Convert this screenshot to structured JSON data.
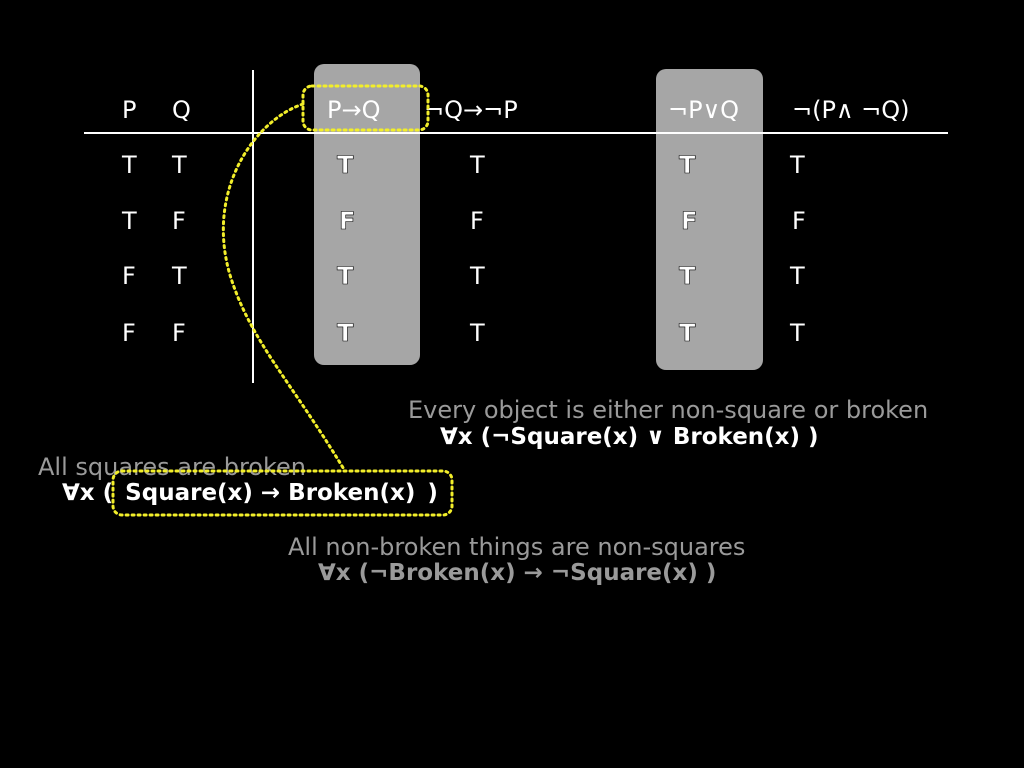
{
  "table": {
    "headers": [
      "P",
      "Q",
      "P→Q",
      "¬Q→¬P",
      "¬P∨Q",
      "¬(P∧ ¬Q)"
    ],
    "rows": [
      [
        "T",
        "T",
        "T",
        "T",
        "T",
        "T"
      ],
      [
        "T",
        "F",
        "F",
        "F",
        "F",
        "F"
      ],
      [
        "F",
        "T",
        "T",
        "T",
        "T",
        "T"
      ],
      [
        "F",
        "F",
        "T",
        "T",
        "T",
        "T"
      ]
    ]
  },
  "notes": {
    "every_object_text": "Every object is either non-square or broken",
    "every_object_formula": "∀x (¬Square(x) ∨ Broken(x) )",
    "all_squares_text": "All squares are broken",
    "all_squares_quantifier": "∀x (",
    "all_squares_body": "Square(x) → Broken(x)",
    "all_squares_close": ")",
    "non_broken_text": "All non-broken things are non-squares",
    "non_broken_formula": "∀x (¬Broken(x) → ¬Square(x) )"
  },
  "colors": {
    "background": "#000000",
    "highlight": "#a6a6a6",
    "dotted_outline": "#f2ee2a",
    "muted_text": "#9a9a9a"
  }
}
